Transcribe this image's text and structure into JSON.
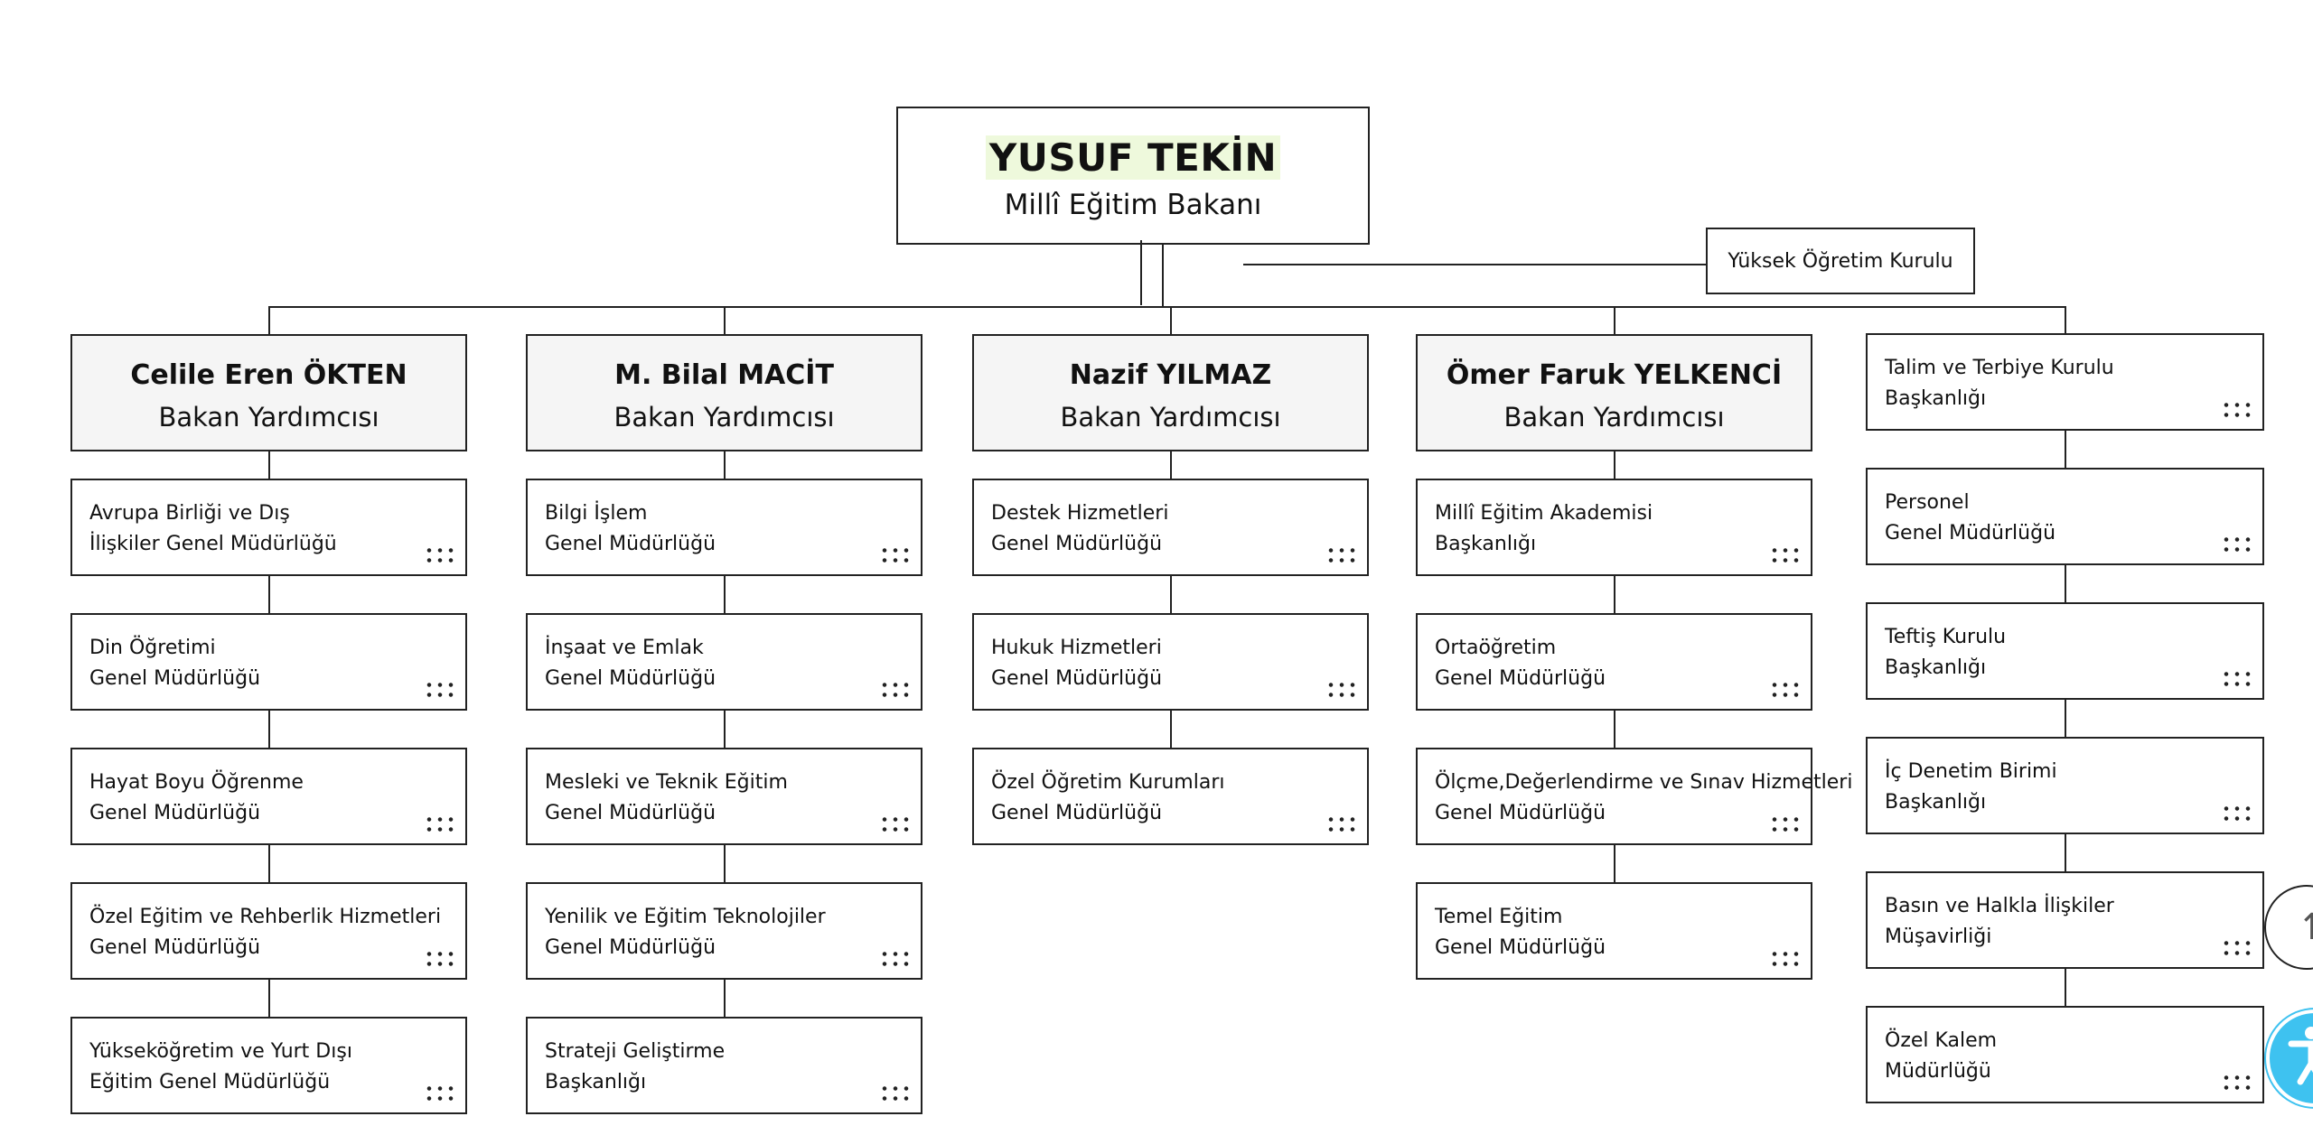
{
  "minister": {
    "name": "YUSUF TEKİN",
    "title": "Millî Eğitim Bakanı"
  },
  "side_unit": {
    "label": "Yüksek Öğretim Kurulu"
  },
  "columns": [
    {
      "deputy": {
        "name": "Celile Eren ÖKTEN",
        "title": "Bakan Yardımcısı"
      },
      "units": [
        [
          "Avrupa Birliği ve Dış",
          "İlişkiler Genel Müdürlüğü"
        ],
        [
          "Din Öğretimi",
          "Genel Müdürlüğü"
        ],
        [
          "Hayat Boyu Öğrenme",
          "Genel Müdürlüğü"
        ],
        [
          "Özel Eğitim ve Rehberlik Hizmetleri",
          "Genel Müdürlüğü"
        ],
        [
          "Yükseköğretim ve Yurt Dışı",
          "Eğitim Genel Müdürlüğü"
        ]
      ]
    },
    {
      "deputy": {
        "name": "M. Bilal MACİT",
        "title": "Bakan Yardımcısı"
      },
      "units": [
        [
          "Bilgi İşlem",
          "Genel Müdürlüğü"
        ],
        [
          "İnşaat ve Emlak",
          "Genel Müdürlüğü"
        ],
        [
          "Mesleki ve Teknik Eğitim",
          "Genel Müdürlüğü"
        ],
        [
          "Yenilik ve Eğitim Teknolojiler",
          "Genel Müdürlüğü"
        ],
        [
          "Strateji Geliştirme",
          "Başkanlığı"
        ]
      ]
    },
    {
      "deputy": {
        "name": "Nazif YILMAZ",
        "title": "Bakan Yardımcısı"
      },
      "units": [
        [
          "Destek Hizmetleri",
          "Genel Müdürlüğü"
        ],
        [
          "Hukuk Hizmetleri",
          "Genel Müdürlüğü"
        ],
        [
          "Özel Öğretim Kurumları",
          "Genel Müdürlüğü"
        ]
      ]
    },
    {
      "deputy": {
        "name": "Ömer Faruk YELKENCİ",
        "title": "Bakan Yardımcısı"
      },
      "units": [
        [
          "Millî Eğitim Akademisi",
          "Başkanlığı"
        ],
        [
          "Ortaöğretim",
          "Genel Müdürlüğü"
        ],
        [
          "Ölçme,Değerlendirme ve Sınav Hizmetleri",
          "Genel Müdürlüğü"
        ],
        [
          "Temel Eğitim",
          "Genel Müdürlüğü"
        ]
      ]
    },
    {
      "deputy": null,
      "units": [
        [
          "Talim ve Terbiye Kurulu",
          "Başkanlığı"
        ],
        [
          "Personel",
          "Genel Müdürlüğü"
        ],
        [
          "Teftiş Kurulu",
          "Başkanlığı"
        ],
        [
          "İç Denetim Birimi",
          "Başkanlığı"
        ],
        [
          "Basın ve Halkla İlişkiler",
          "Müşavirliği"
        ],
        [
          "Özel Kalem",
          "Müdürlüğü"
        ]
      ]
    }
  ],
  "controls": {
    "scroll_top_icon": "↑",
    "accessibility_icon": "accessibility-icon"
  }
}
